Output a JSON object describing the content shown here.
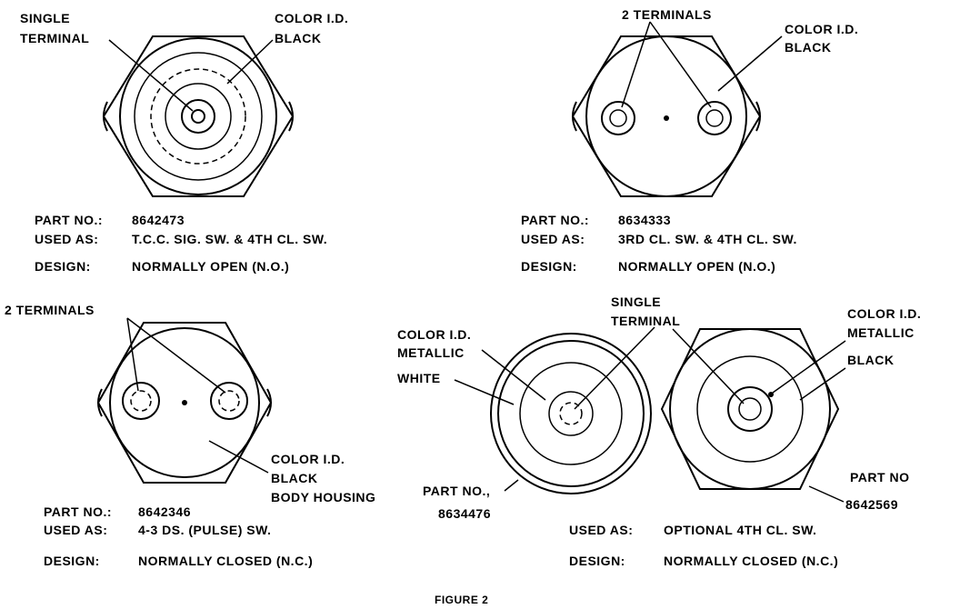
{
  "switches": [
    {
      "callouts": {
        "terminal_1": "SINGLE",
        "terminal_2": "TERMINAL",
        "color_1": "COLOR I.D.",
        "color_2": "BLACK"
      },
      "part_label": "PART NO.:",
      "part_no": "8642473",
      "used_label": "USED AS:",
      "used_as": "T.C.C. SIG. SW. & 4TH CL. SW.",
      "design_label": "DESIGN:",
      "design": "NORMALLY OPEN (N.O.)"
    },
    {
      "callouts": {
        "terminals": "2 TERMINALS",
        "color_1": "COLOR I.D.",
        "color_2": "BLACK"
      },
      "part_label": "PART NO.:",
      "part_no": "8634333",
      "used_label": "USED AS:",
      "used_as": "3RD CL. SW. & 4TH CL. SW.",
      "design_label": "DESIGN:",
      "design": "NORMALLY OPEN (N.O.)"
    },
    {
      "callouts": {
        "terminals": "2 TERMINALS",
        "color_1": "COLOR I.D.",
        "color_2": "BLACK",
        "color_3": "BODY HOUSING"
      },
      "part_label": "PART NO.:",
      "part_no": "8642346",
      "used_label": "USED AS:",
      "used_as": "4-3 DS. (PULSE) SW.",
      "design_label": "DESIGN:",
      "design": "NORMALLY CLOSED (N.C.)"
    },
    {
      "callouts": {
        "color_1": "COLOR I.D.",
        "color_2": "METALLIC",
        "color_3": "WHITE",
        "terminal_1": "SINGLE",
        "terminal_2": "TERMINAL"
      },
      "part_label": "PART NO.,",
      "part_no": "8634476"
    },
    {
      "callouts": {
        "color_1": "COLOR I.D.",
        "color_2": "METALLIC",
        "color_3": "BLACK"
      },
      "part_label": "PART NO",
      "part_no": "8642569",
      "used_label": "USED AS:",
      "used_as": "OPTIONAL 4TH CL. SW.",
      "design_label": "DESIGN:",
      "design": "NORMALLY CLOSED (N.C.)"
    }
  ],
  "caption": "FIGURE 2"
}
